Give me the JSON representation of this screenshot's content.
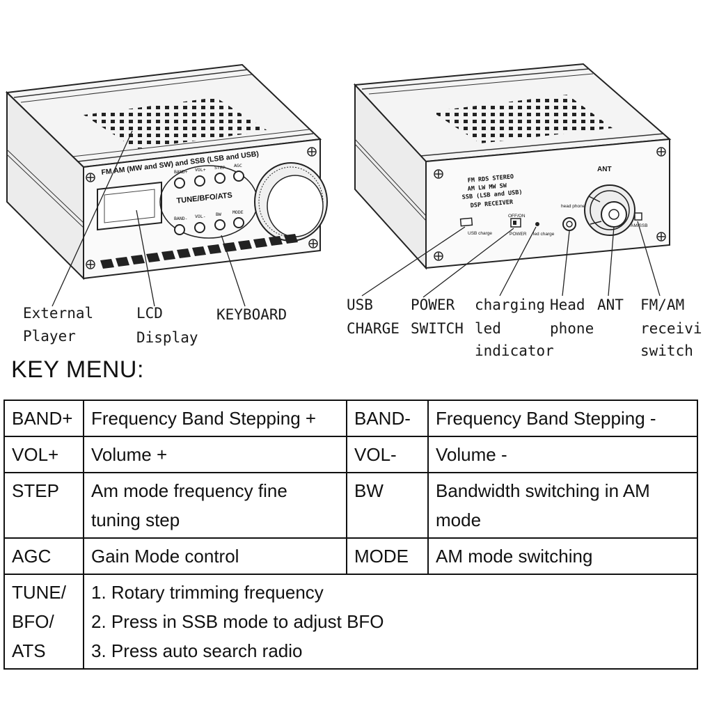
{
  "device_left": {
    "panel_title": "FM AM (MW and SW) and SSB (LSB and USB)",
    "buttons_top": [
      "BAND+",
      "VOL+",
      "STEP",
      "AGC"
    ],
    "buttons_bottom": [
      "BAND-",
      "VOL-",
      "BW",
      "MODE"
    ],
    "knob_label": "TUNE/BFO/ATS"
  },
  "device_right": {
    "panel_lines": [
      "FM RDS STEREO",
      "AM LW MW SW",
      "SSB (LSB and USB)",
      "DSP RECEIVER"
    ],
    "ant_label": "ANT",
    "usb_small": "USB charge",
    "power_small_top": "OFF/ON",
    "power_small_bottom": "POWER",
    "led_small": "led charge",
    "headphone_small": "head phone",
    "switch_small": "AM/SSB"
  },
  "callouts_left": [
    {
      "lines": [
        "External",
        "Player"
      ]
    },
    {
      "lines": [
        "LCD",
        "Display"
      ]
    },
    {
      "lines": [
        "KEYBOARD"
      ]
    }
  ],
  "callouts_right": [
    {
      "lines": [
        "USB",
        "CHARGE"
      ]
    },
    {
      "lines": [
        "POWER",
        "SWITCH"
      ]
    },
    {
      "lines": [
        "charging",
        "led",
        "indicator"
      ]
    },
    {
      "lines": [
        "Head",
        "phone"
      ]
    },
    {
      "lines": [
        "ANT"
      ]
    },
    {
      "lines": [
        "FM/AM",
        "receiving",
        "switch"
      ]
    }
  ],
  "key_menu": {
    "title": "KEY MENU:",
    "rows": [
      {
        "k1": "BAND+",
        "d1": "Frequency Band Stepping +",
        "k2": "BAND-",
        "d2": "Frequency Band Stepping -"
      },
      {
        "k1": "VOL+",
        "d1": "Volume +",
        "k2": "VOL-",
        "d2": "Volume -"
      },
      {
        "k1": "STEP",
        "d1": "Am mode frequency fine tuning step",
        "k2": "BW",
        "d2": "Bandwidth switching in AM mode"
      },
      {
        "k1": "AGC",
        "d1": "Gain Mode control",
        "k2": "MODE",
        "d2": "AM mode switching"
      }
    ],
    "tune": {
      "key_lines": [
        "TUNE/",
        "BFO/",
        "ATS"
      ],
      "desc_lines": [
        "1. Rotary trimming frequency",
        "2. Press in SSB mode to adjust BFO",
        "3. Press auto search radio"
      ]
    }
  }
}
